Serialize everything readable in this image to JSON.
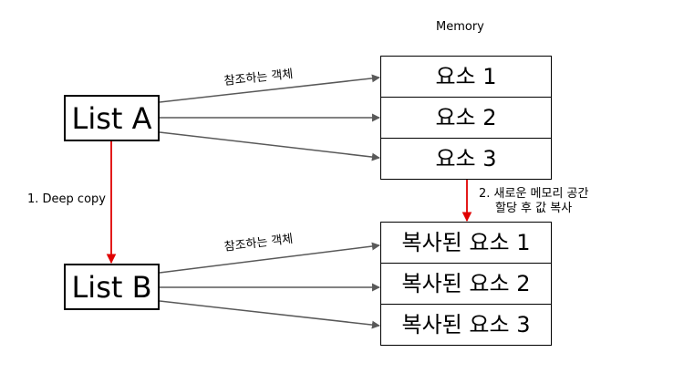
{
  "memory_title": "Memory",
  "list_a": "List A",
  "list_b": "List B",
  "memory_original": [
    "요소 1",
    "요소 2",
    "요소 3"
  ],
  "memory_copied": [
    "복사된 요소 1",
    "복사된 요소 2",
    "복사된 요소 3"
  ],
  "reference_label_a": "참조하는 객체",
  "reference_label_b": "참조하는 객체",
  "step1_label": "1. Deep copy",
  "step2_label": [
    "2. 새로운 메모리 공간",
    "할당 후 값 복사"
  ],
  "colors": {
    "reference_arrow": "#595959",
    "copy_arrow": "#e00000"
  }
}
